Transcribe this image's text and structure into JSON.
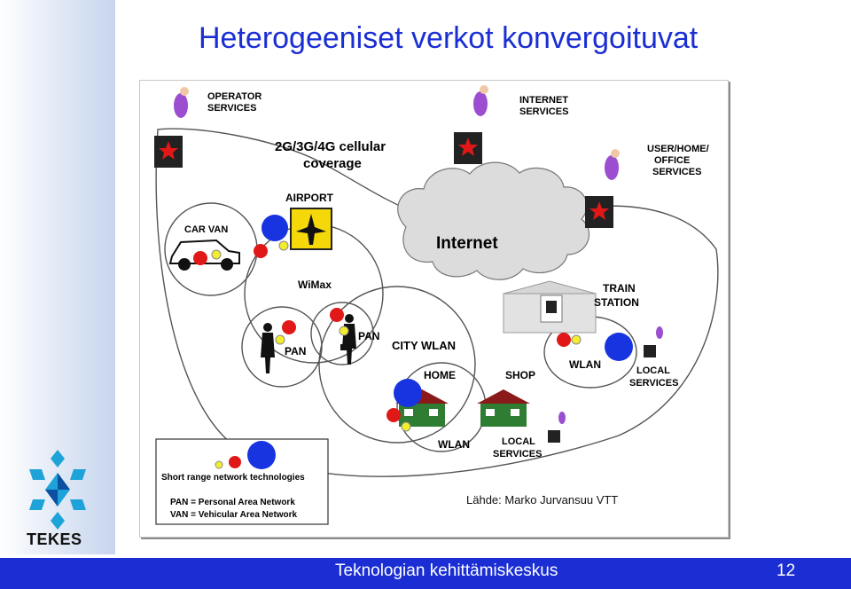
{
  "slide": {
    "title": "Heterogeeniset verkot konvergoituvat",
    "source": "Lähde: Marko Jurvansuu VTT",
    "footer": "Teknologian kehittämiskeskus",
    "page_number": "12",
    "logo_text": "TEKES"
  },
  "diagram": {
    "operator_services": [
      "OPERATOR",
      "SERVICES"
    ],
    "internet_services": [
      "INTERNET",
      "SERVICES"
    ],
    "user_services": [
      "USER/HOME/",
      "OFFICE",
      "SERVICES"
    ],
    "cellular": [
      "2G/3G/4G cellular",
      "coverage"
    ],
    "airport": "AIRPORT",
    "car_van": "CAR VAN",
    "internet": "Internet",
    "wimax": "WiMax",
    "train_station": [
      "TRAIN",
      "STATION"
    ],
    "pan_left": "PAN",
    "pan_right": "PAN",
    "city_wlan": "CITY WLAN",
    "home": "HOME",
    "shop": "SHOP",
    "wlan_right": "WLAN",
    "local_services_right": [
      "LOCAL",
      "SERVICES"
    ],
    "wlan_bottom": "WLAN",
    "local_services_bottom": [
      "LOCAL",
      "SERVICES"
    ],
    "legend": {
      "title": "Short range network technologies",
      "pan": "PAN = Personal Area Network",
      "van": "VAN = Vehicular Area Network"
    }
  },
  "colors": {
    "title": "#1a2ed4",
    "footer_bg": "#1a2ed4",
    "dot_blue": "#1833e0",
    "dot_red": "#e01818",
    "dot_yellow": "#f2ee2e",
    "logo": "#1ea3d8"
  }
}
